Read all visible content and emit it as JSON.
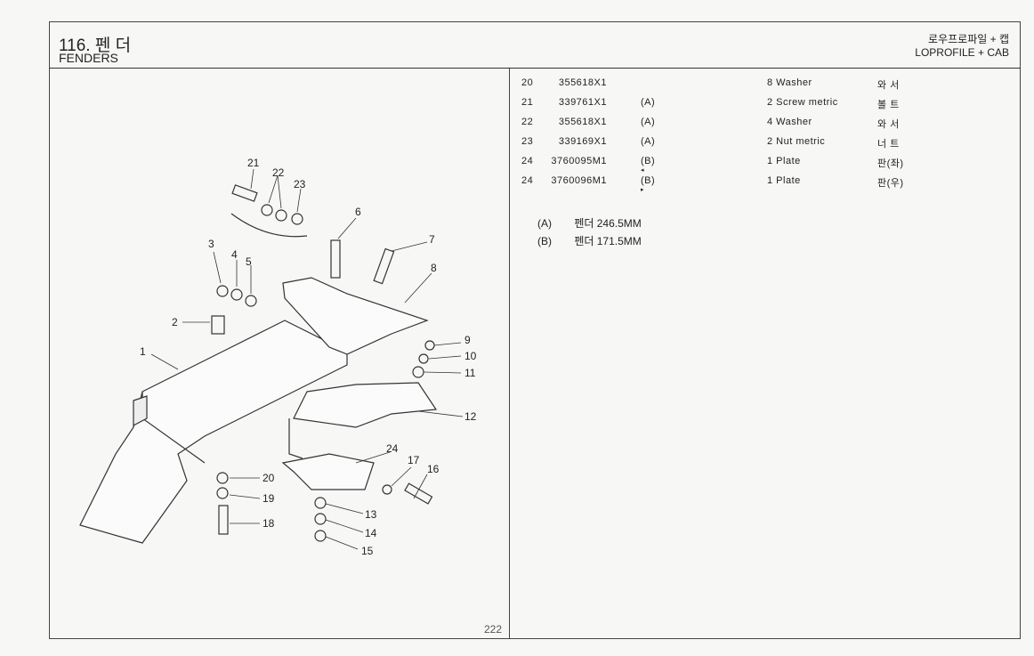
{
  "header": {
    "title": "116. 펜  더",
    "subtitle": "FENDERS",
    "model_kr": "로우프로파일 + 캡",
    "model_en": "LOPROFILE + CAB"
  },
  "parts": [
    {
      "item": "20",
      "part": "355618X1",
      "note": "",
      "marker": "",
      "desc": "8 Washer",
      "kor": "와  서"
    },
    {
      "item": "21",
      "part": "339761X1",
      "note": "(A)",
      "marker": "",
      "desc": "2 Screw metric",
      "kor": "볼  트"
    },
    {
      "item": "22",
      "part": "355618X1",
      "note": "(A)",
      "marker": "",
      "desc": "4 Washer",
      "kor": "와  서"
    },
    {
      "item": "23",
      "part": "339169X1",
      "note": "(A)",
      "marker": "",
      "desc": "2 Nut metric",
      "kor": "너  트"
    },
    {
      "item": "24",
      "part": "3760095M1",
      "note": "(B)",
      "marker": "◂",
      "desc": "1 Plate",
      "kor": "판(좌)"
    },
    {
      "item": "24",
      "part": "3760096M1",
      "note": "(B)",
      "marker": "▸",
      "desc": "1 Plate",
      "kor": "판(우)"
    }
  ],
  "notes": [
    {
      "key": "(A)",
      "text": "펜더 246.5MM"
    },
    {
      "key": "(B)",
      "text": "펜더 171.5MM"
    }
  ],
  "diagram": {
    "callouts": [
      "1",
      "2",
      "3",
      "4",
      "5",
      "6",
      "7",
      "8",
      "9",
      "10",
      "11",
      "12",
      "13",
      "14",
      "15",
      "16",
      "17",
      "18",
      "19",
      "20",
      "21",
      "22",
      "23",
      "24"
    ]
  },
  "page_number": "222"
}
